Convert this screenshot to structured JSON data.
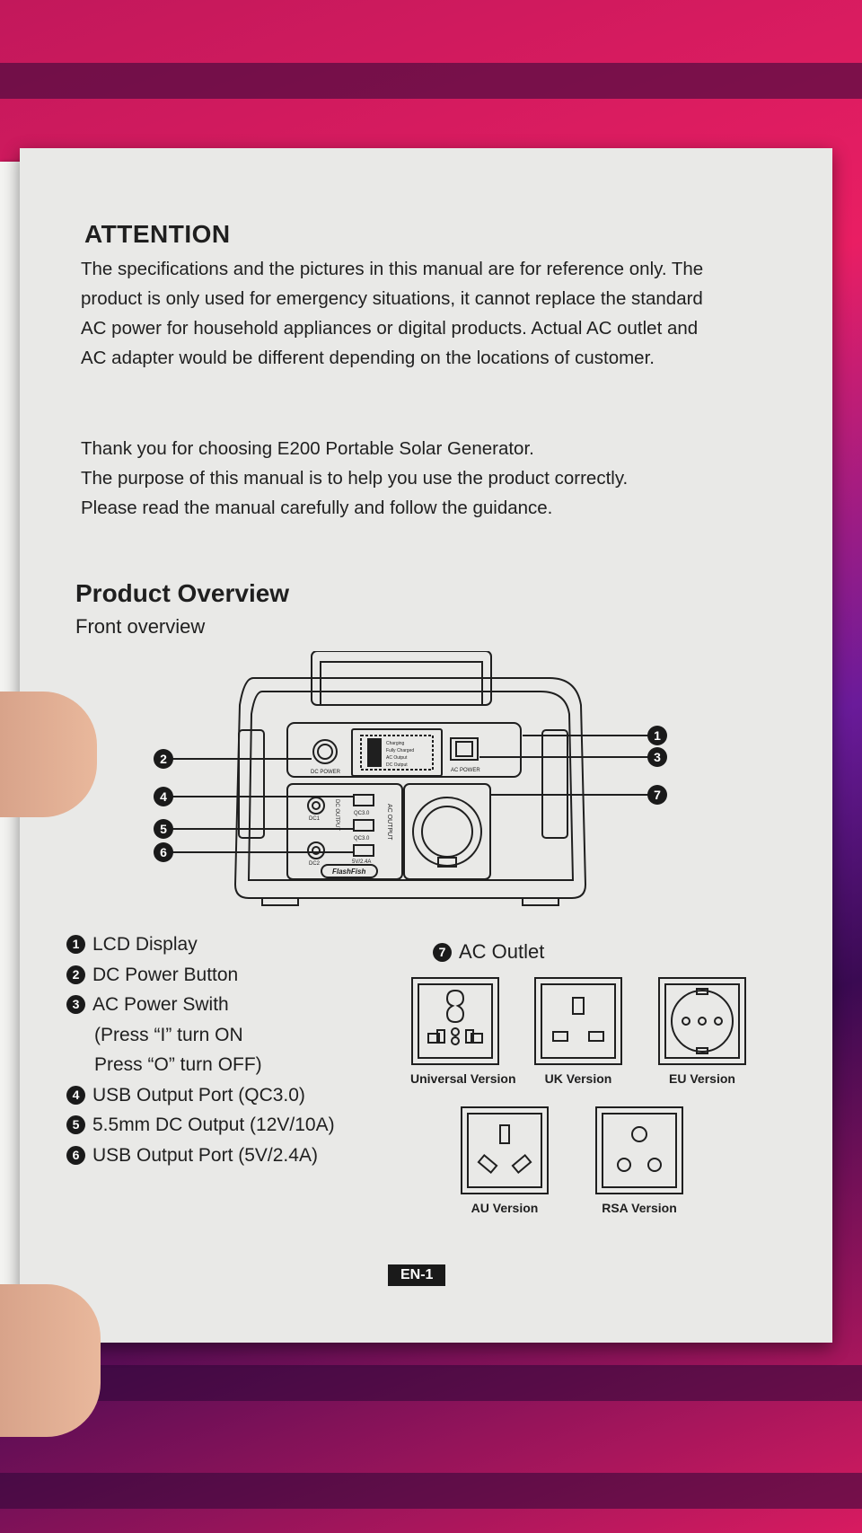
{
  "attention": {
    "title": "ATTENTION",
    "body": "The specifications and the pictures in this manual are for reference only. The product is only used for emergency situations, it cannot replace the standard AC power for household appliances or digital products. Actual AC outlet and AC adapter would be different depending on the locations of customer.",
    "thanks": "Thank you for choosing E200 Portable Solar Generator.",
    "purpose": "The purpose of this manual is to help you use the product correctly.",
    "read": "Please read the manual carefully and follow the guidance."
  },
  "overview": {
    "title": "Product Overview",
    "subtitle": "Front overview"
  },
  "device": {
    "lcd_lines": [
      "Charging",
      "Fully Charged",
      "AC Output",
      "DC Output"
    ],
    "dc_power": "DC POWER",
    "ac_power": "AC POWER",
    "dc_output": "DC OUTPUT",
    "dc1": "DC1",
    "dc2": "DC2",
    "qc1": "QC3.0",
    "qc2": "QC3.0",
    "usb": "5V/2.4A",
    "ac_output": "AC OUTPUT",
    "brand": "FlashFish",
    "callouts": [
      "1",
      "2",
      "3",
      "4",
      "5",
      "6",
      "7"
    ]
  },
  "legend": {
    "items": [
      {
        "num": "1",
        "label": "LCD Display"
      },
      {
        "num": "2",
        "label": "DC Power Button"
      },
      {
        "num": "3",
        "label": "AC Power Swith"
      },
      {
        "num": "4",
        "label": "USB Output Port (QC3.0)"
      },
      {
        "num": "5",
        "label": "5.5mm DC Output (12V/10A)"
      },
      {
        "num": "6",
        "label": "USB Output Port (5V/2.4A)"
      }
    ],
    "note_on": "(Press “I” turn ON",
    "note_off": "Press “O” turn OFF)"
  },
  "ac_outlet": {
    "num": "7",
    "title": "AC Outlet",
    "versions": [
      "Universal Version",
      "UK Version",
      "EU Version",
      "AU Version",
      "RSA Version"
    ]
  },
  "page_number": "EN-1"
}
